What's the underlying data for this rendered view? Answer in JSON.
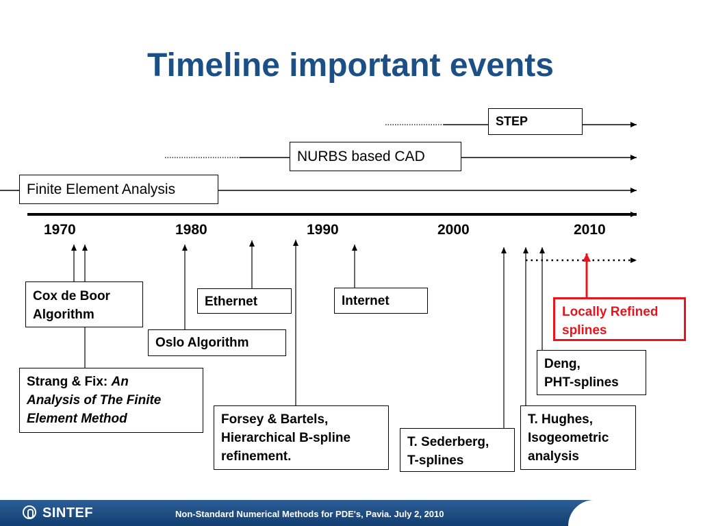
{
  "title": "Timeline important events",
  "bands": {
    "step": "STEP",
    "nurbs": "NURBS based CAD",
    "fea": "Finite Element Analysis"
  },
  "years": [
    "1970",
    "1980",
    "1990",
    "2000",
    "2010"
  ],
  "events": {
    "cox_de_boor": [
      "Cox de Boor",
      "Algorithm"
    ],
    "ethernet": "Ethernet",
    "internet": "Internet",
    "oslo": "Oslo Algorithm",
    "strang_fix": {
      "prefix": "Strang & Fix: ",
      "italic_1": "An",
      "italic_2": "Analysis of The Finite",
      "italic_3": "Element Method"
    },
    "forsey_bartels": [
      "Forsey & Bartels,",
      "Hierarchical B-spline",
      "refinement."
    ],
    "sederberg": [
      "T. Sederberg,",
      "T-splines"
    ],
    "hughes": [
      "T. Hughes,",
      "Isogeometric",
      "analysis"
    ],
    "deng": [
      "Deng,",
      "PHT-splines"
    ],
    "lr_splines": [
      "Locally Refined",
      "splines"
    ]
  },
  "footer": {
    "logo": "SINTEF",
    "text": "Non-Standard Numerical Methods for PDE's, Pavia. July 2, 2010"
  },
  "colors": {
    "title": "#1b4f86",
    "highlight": "#e8141b",
    "footer": "#1f4f85"
  }
}
